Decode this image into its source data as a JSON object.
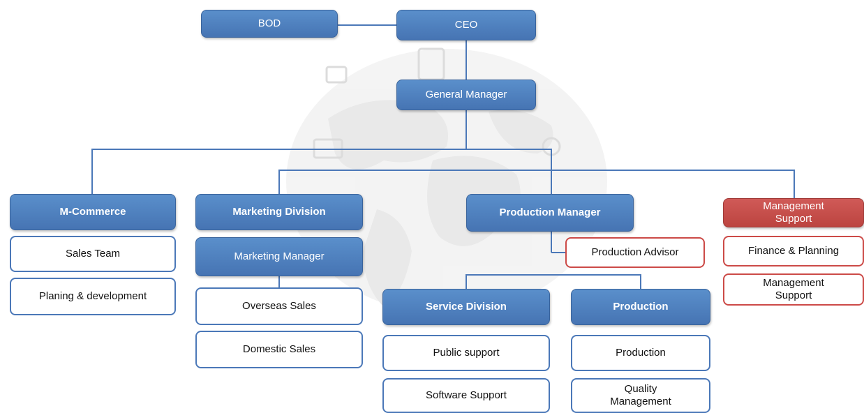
{
  "chart": {
    "bod": "BOD",
    "ceo": "CEO",
    "general_manager": "General Manager",
    "m_commerce": "M-Commerce",
    "sales_team": "Sales Team",
    "planing_development": "Planing & development",
    "marketing_division": "Marketing Division",
    "marketing_manager": "Marketing Manager",
    "overseas_sales": "Overseas Sales",
    "domestic_sales": "Domestic Sales",
    "production_manager": "Production Manager",
    "production_advisor": "Production Advisor",
    "service_division": "Service Division",
    "public_support": "Public support",
    "software_support": "Software Support",
    "production_head": "Production",
    "production": "Production",
    "quality_management": "Quality\nManagement",
    "management_support_head": "Management\nSupport",
    "finance_planning": "Finance & Planning",
    "management_support": "Management\nSupport"
  },
  "colors": {
    "blue_box": "#4f82c0",
    "white_box_border": "#4b78b8",
    "red_box": "#c54d4a",
    "connector": "#4b78b8"
  }
}
